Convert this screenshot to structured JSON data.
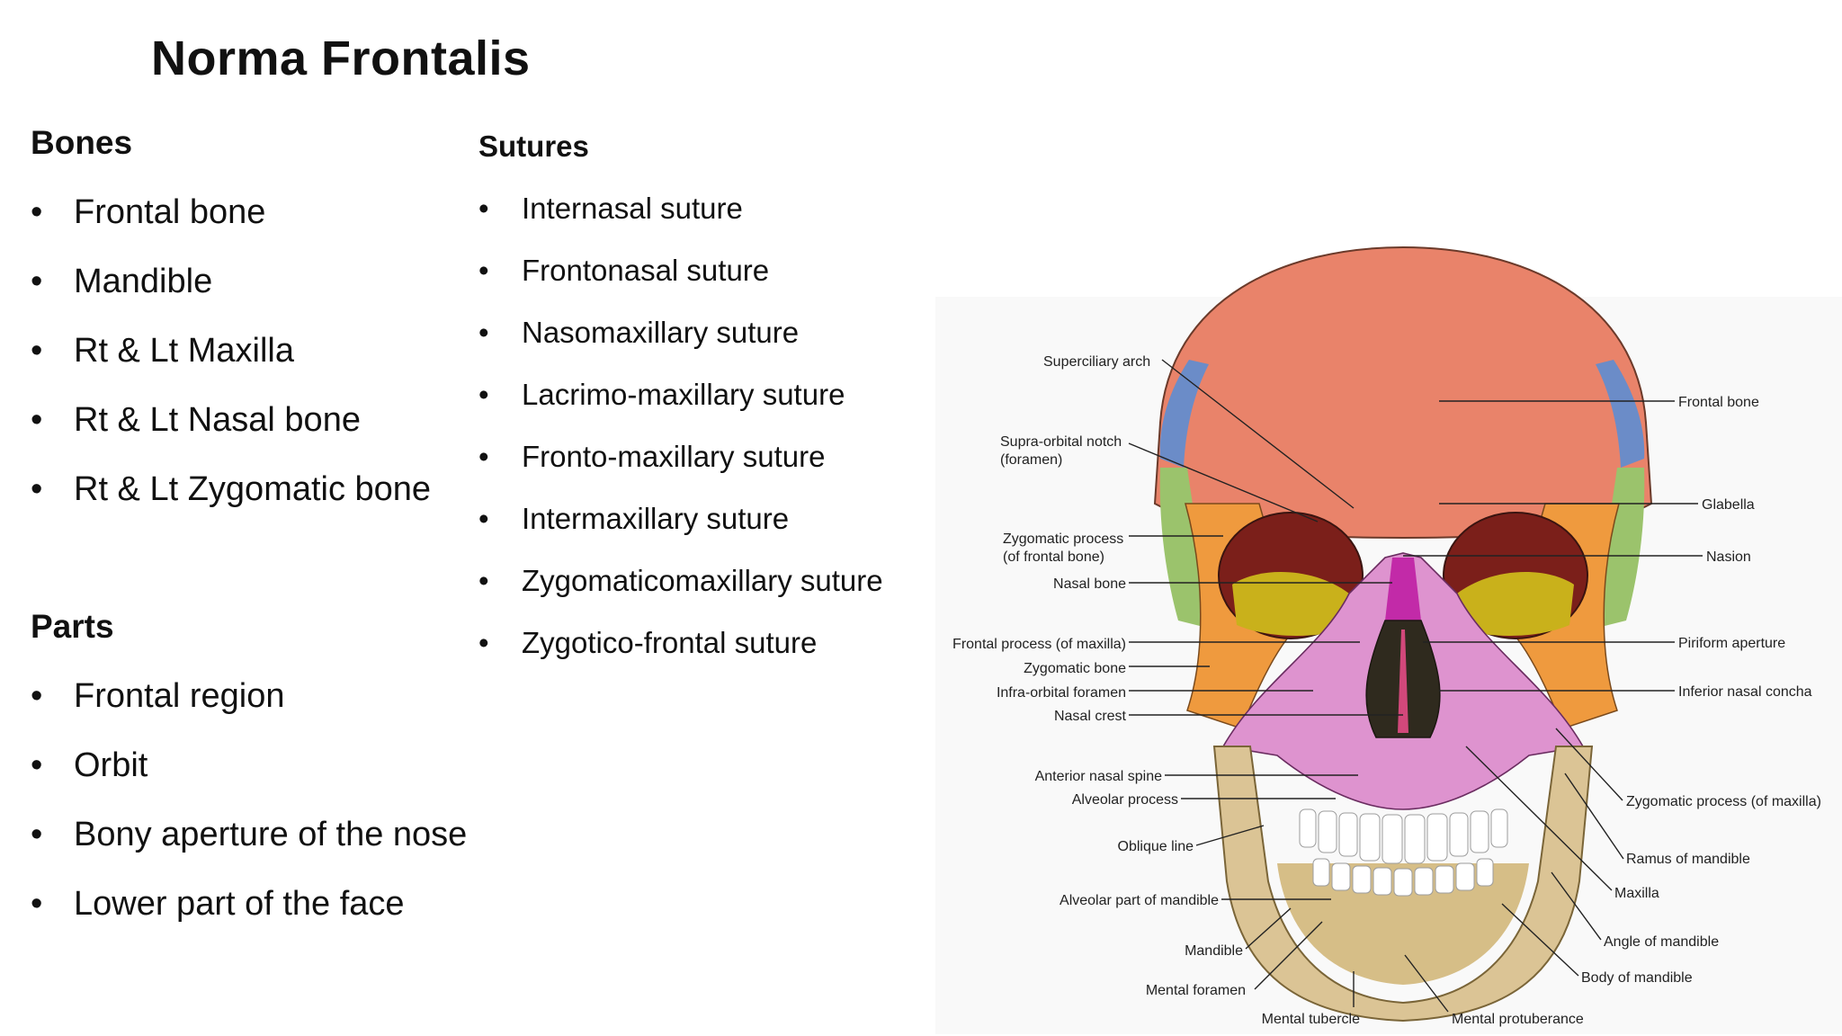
{
  "title": "Norma Frontalis",
  "bones": {
    "heading": "Bones",
    "items": [
      "Frontal bone",
      "Mandible",
      "Rt & Lt Maxilla",
      "Rt & Lt Nasal bone",
      "Rt & Lt Zygomatic bone"
    ]
  },
  "parts": {
    "heading": "Parts",
    "items": [
      "Frontal region",
      "Orbit",
      "Bony aperture of the nose",
      "Lower part of the face"
    ]
  },
  "sutures": {
    "heading": "Sutures",
    "items": [
      "Internasal suture",
      "Frontonasal suture",
      "Nasomaxillary suture",
      "Lacrimo-maxillary suture",
      "Fronto-maxillary suture",
      "Intermaxillary suture",
      "Zygomaticomaxillary suture",
      "Zygotico-frontal suture"
    ]
  },
  "figure": {
    "left_labels": {
      "superciliary_arch": "Superciliary arch",
      "supra_orbital_notch_1": "Supra-orbital notch",
      "supra_orbital_notch_2": "(foramen)",
      "zygomatic_process_frontal_1": "Zygomatic process",
      "zygomatic_process_frontal_2": "(of frontal bone)",
      "nasal_bone": "Nasal bone",
      "frontal_process_maxilla": "Frontal process (of maxilla)",
      "zygomatic_bone": "Zygomatic bone",
      "infra_orbital_foramen": "Infra-orbital foramen",
      "nasal_crest": "Nasal crest",
      "anterior_nasal_spine": "Anterior nasal spine",
      "alveolar_process": "Alveolar process",
      "oblique_line": "Oblique line",
      "alveolar_part_mandible": "Alveolar part of mandible",
      "mandible": "Mandible",
      "mental_foramen": "Mental foramen",
      "mental_tubercle": "Mental tubercle"
    },
    "right_labels": {
      "frontal_bone": "Frontal bone",
      "glabella": "Glabella",
      "nasion": "Nasion",
      "piriform_aperture": "Piriform aperture",
      "inferior_nasal_concha": "Inferior nasal concha",
      "zygomatic_process_maxilla": "Zygomatic process (of maxilla)",
      "ramus_mandible": "Ramus of mandible",
      "maxilla": "Maxilla",
      "angle_mandible": "Angle of mandible",
      "body_mandible": "Body of mandible",
      "mental_protuberance": "Mental protuberance"
    }
  }
}
